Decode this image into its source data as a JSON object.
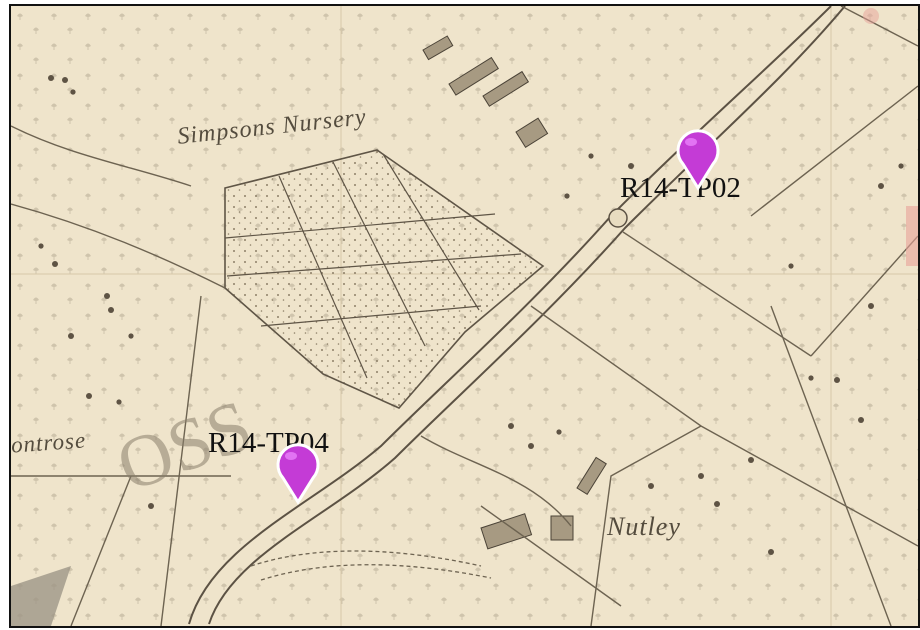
{
  "map": {
    "labels": {
      "nursery": "Simpsons Nursery",
      "nutley": "Nutley",
      "montrose": "ontrose",
      "ross": "OSS"
    },
    "pin_color": "#c43bd6",
    "pin_highlight": "#f08cff"
  },
  "markers": [
    {
      "id": "R14-TP02",
      "label": "R14-TP02"
    },
    {
      "id": "R14-TP04",
      "label": "R14-TP04"
    }
  ]
}
